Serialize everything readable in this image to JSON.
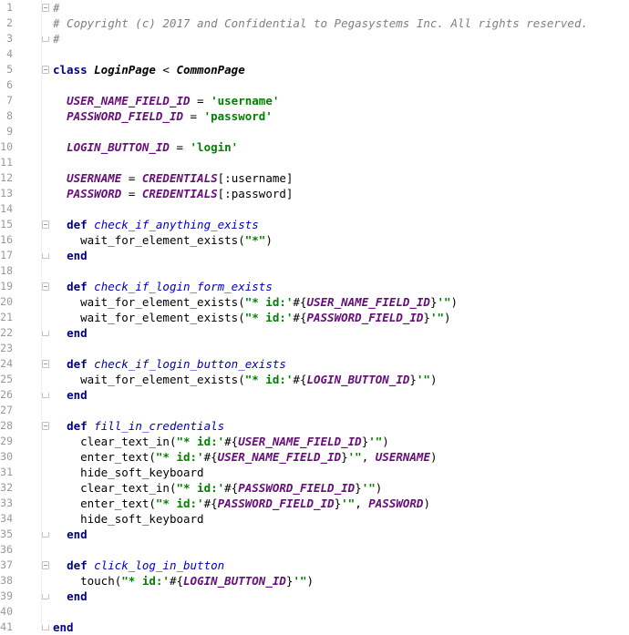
{
  "editor": {
    "language": "ruby",
    "colors": {
      "comment": "#808080",
      "keyword": "#000080",
      "constant": "#660e7a",
      "string": "#008000",
      "method_name": "#0000c0",
      "line_number": "#999999"
    },
    "lines": [
      {
        "n": "1",
        "fold": "open",
        "indent": "",
        "tokens": [
          {
            "t": "#",
            "c": "cmt"
          }
        ]
      },
      {
        "n": "2",
        "indent": "",
        "tokens": [
          {
            "t": "# Copyright (c) 2017 and Confidential to Pegasystems Inc. All rights reserved.",
            "c": "cmt"
          }
        ]
      },
      {
        "n": "3",
        "fold": "close",
        "indent": "",
        "tokens": [
          {
            "t": "#",
            "c": "cmt"
          }
        ]
      },
      {
        "n": "4",
        "indent": "",
        "tokens": []
      },
      {
        "n": "5",
        "fold": "open",
        "indent": "",
        "tokens": [
          {
            "t": "class ",
            "c": "kw"
          },
          {
            "t": "LoginPage",
            "c": "cls"
          },
          {
            "t": " < ",
            "c": "plain"
          },
          {
            "t": "CommonPage",
            "c": "cls"
          }
        ]
      },
      {
        "n": "6",
        "indent": "",
        "tokens": []
      },
      {
        "n": "7",
        "indent": "  ",
        "tokens": [
          {
            "t": "USER_NAME_FIELD_ID",
            "c": "const"
          },
          {
            "t": " = ",
            "c": "plain"
          },
          {
            "t": "'username'",
            "c": "str"
          }
        ]
      },
      {
        "n": "8",
        "indent": "  ",
        "tokens": [
          {
            "t": "PASSWORD_FIELD_ID",
            "c": "const"
          },
          {
            "t": " = ",
            "c": "plain"
          },
          {
            "t": "'password'",
            "c": "str"
          }
        ]
      },
      {
        "n": "9",
        "indent": "",
        "tokens": []
      },
      {
        "n": "10",
        "indent": "  ",
        "tokens": [
          {
            "t": "LOGIN_BUTTON_ID",
            "c": "const"
          },
          {
            "t": " = ",
            "c": "plain"
          },
          {
            "t": "'login'",
            "c": "str"
          }
        ]
      },
      {
        "n": "11",
        "indent": "",
        "tokens": []
      },
      {
        "n": "12",
        "indent": "  ",
        "tokens": [
          {
            "t": "USERNAME",
            "c": "const"
          },
          {
            "t": " = ",
            "c": "plain"
          },
          {
            "t": "CREDENTIALS",
            "c": "const"
          },
          {
            "t": "[:username]",
            "c": "plain"
          }
        ]
      },
      {
        "n": "13",
        "indent": "  ",
        "tokens": [
          {
            "t": "PASSWORD",
            "c": "const"
          },
          {
            "t": " = ",
            "c": "plain"
          },
          {
            "t": "CREDENTIALS",
            "c": "const"
          },
          {
            "t": "[:password]",
            "c": "plain"
          }
        ]
      },
      {
        "n": "14",
        "indent": "",
        "tokens": []
      },
      {
        "n": "15",
        "fold": "open",
        "indent": "  ",
        "tokens": [
          {
            "t": "def ",
            "c": "kw"
          },
          {
            "t": "check_if_anything_exists",
            "c": "fn"
          }
        ]
      },
      {
        "n": "16",
        "indent": "    ",
        "tokens": [
          {
            "t": "wait_for_element_exists(",
            "c": "plain"
          },
          {
            "t": "\"*\"",
            "c": "str"
          },
          {
            "t": ")",
            "c": "plain"
          }
        ]
      },
      {
        "n": "17",
        "fold": "close",
        "indent": "  ",
        "tokens": [
          {
            "t": "end",
            "c": "kw"
          }
        ]
      },
      {
        "n": "18",
        "indent": "",
        "tokens": []
      },
      {
        "n": "19",
        "fold": "open",
        "indent": "  ",
        "tokens": [
          {
            "t": "def ",
            "c": "kw"
          },
          {
            "t": "check_if_login_form_exists",
            "c": "fn"
          }
        ]
      },
      {
        "n": "20",
        "indent": "    ",
        "tokens": [
          {
            "t": "wait_for_element_exists(",
            "c": "plain"
          },
          {
            "t": "\"* id:'",
            "c": "str"
          },
          {
            "t": "#{",
            "c": "plain"
          },
          {
            "t": "USER_NAME_FIELD_ID",
            "c": "interp"
          },
          {
            "t": "}",
            "c": "plain"
          },
          {
            "t": "'\"",
            "c": "str"
          },
          {
            "t": ")",
            "c": "plain"
          }
        ]
      },
      {
        "n": "21",
        "indent": "    ",
        "tokens": [
          {
            "t": "wait_for_element_exists(",
            "c": "plain"
          },
          {
            "t": "\"* id:'",
            "c": "str"
          },
          {
            "t": "#{",
            "c": "plain"
          },
          {
            "t": "PASSWORD_FIELD_ID",
            "c": "interp"
          },
          {
            "t": "}",
            "c": "plain"
          },
          {
            "t": "'\"",
            "c": "str"
          },
          {
            "t": ")",
            "c": "plain"
          }
        ]
      },
      {
        "n": "22",
        "fold": "close",
        "indent": "  ",
        "tokens": [
          {
            "t": "end",
            "c": "kw"
          }
        ]
      },
      {
        "n": "23",
        "indent": "",
        "tokens": []
      },
      {
        "n": "24",
        "fold": "open",
        "indent": "  ",
        "tokens": [
          {
            "t": "def ",
            "c": "kw"
          },
          {
            "t": "check_if_login_button_exists",
            "c": "fn"
          }
        ]
      },
      {
        "n": "25",
        "indent": "    ",
        "tokens": [
          {
            "t": "wait_for_element_exists(",
            "c": "plain"
          },
          {
            "t": "\"* id:'",
            "c": "str"
          },
          {
            "t": "#{",
            "c": "plain"
          },
          {
            "t": "LOGIN_BUTTON_ID",
            "c": "interp"
          },
          {
            "t": "}",
            "c": "plain"
          },
          {
            "t": "'\"",
            "c": "str"
          },
          {
            "t": ")",
            "c": "plain"
          }
        ]
      },
      {
        "n": "26",
        "fold": "close",
        "indent": "  ",
        "tokens": [
          {
            "t": "end",
            "c": "kw"
          }
        ]
      },
      {
        "n": "27",
        "indent": "",
        "tokens": []
      },
      {
        "n": "28",
        "fold": "open",
        "indent": "  ",
        "tokens": [
          {
            "t": "def ",
            "c": "kw"
          },
          {
            "t": "fill_in_credentials",
            "c": "fn"
          }
        ]
      },
      {
        "n": "29",
        "indent": "    ",
        "tokens": [
          {
            "t": "clear_text_in(",
            "c": "plain"
          },
          {
            "t": "\"* id:'",
            "c": "str"
          },
          {
            "t": "#{",
            "c": "plain"
          },
          {
            "t": "USER_NAME_FIELD_ID",
            "c": "interp"
          },
          {
            "t": "}",
            "c": "plain"
          },
          {
            "t": "'\"",
            "c": "str"
          },
          {
            "t": ")",
            "c": "plain"
          }
        ]
      },
      {
        "n": "30",
        "indent": "    ",
        "tokens": [
          {
            "t": "enter_text(",
            "c": "plain"
          },
          {
            "t": "\"* id:'",
            "c": "str"
          },
          {
            "t": "#{",
            "c": "plain"
          },
          {
            "t": "USER_NAME_FIELD_ID",
            "c": "interp"
          },
          {
            "t": "}",
            "c": "plain"
          },
          {
            "t": "'\"",
            "c": "str"
          },
          {
            "t": ", ",
            "c": "plain"
          },
          {
            "t": "USERNAME",
            "c": "const"
          },
          {
            "t": ")",
            "c": "plain"
          }
        ]
      },
      {
        "n": "31",
        "indent": "    ",
        "tokens": [
          {
            "t": "hide_soft_keyboard",
            "c": "plain"
          }
        ]
      },
      {
        "n": "32",
        "indent": "    ",
        "tokens": [
          {
            "t": "clear_text_in(",
            "c": "plain"
          },
          {
            "t": "\"* id:'",
            "c": "str"
          },
          {
            "t": "#{",
            "c": "plain"
          },
          {
            "t": "PASSWORD_FIELD_ID",
            "c": "interp"
          },
          {
            "t": "}",
            "c": "plain"
          },
          {
            "t": "'\"",
            "c": "str"
          },
          {
            "t": ")",
            "c": "plain"
          }
        ]
      },
      {
        "n": "33",
        "indent": "    ",
        "tokens": [
          {
            "t": "enter_text(",
            "c": "plain"
          },
          {
            "t": "\"* id:'",
            "c": "str"
          },
          {
            "t": "#{",
            "c": "plain"
          },
          {
            "t": "PASSWORD_FIELD_ID",
            "c": "interp"
          },
          {
            "t": "}",
            "c": "plain"
          },
          {
            "t": "'\"",
            "c": "str"
          },
          {
            "t": ", ",
            "c": "plain"
          },
          {
            "t": "PASSWORD",
            "c": "const"
          },
          {
            "t": ")",
            "c": "plain"
          }
        ]
      },
      {
        "n": "34",
        "indent": "    ",
        "tokens": [
          {
            "t": "hide_soft_keyboard",
            "c": "plain"
          }
        ]
      },
      {
        "n": "35",
        "fold": "close",
        "indent": "  ",
        "tokens": [
          {
            "t": "end",
            "c": "kw"
          }
        ]
      },
      {
        "n": "36",
        "indent": "",
        "tokens": []
      },
      {
        "n": "37",
        "fold": "open",
        "indent": "  ",
        "tokens": [
          {
            "t": "def ",
            "c": "kw"
          },
          {
            "t": "click_log_in_button",
            "c": "fn"
          }
        ]
      },
      {
        "n": "38",
        "indent": "    ",
        "tokens": [
          {
            "t": "touch(",
            "c": "plain"
          },
          {
            "t": "\"* id:'",
            "c": "str"
          },
          {
            "t": "#{",
            "c": "plain"
          },
          {
            "t": "LOGIN_BUTTON_ID",
            "c": "interp"
          },
          {
            "t": "}",
            "c": "plain"
          },
          {
            "t": "'\"",
            "c": "str"
          },
          {
            "t": ")",
            "c": "plain"
          }
        ]
      },
      {
        "n": "39",
        "fold": "close",
        "indent": "  ",
        "tokens": [
          {
            "t": "end",
            "c": "kw"
          }
        ]
      },
      {
        "n": "40",
        "indent": "",
        "tokens": []
      },
      {
        "n": "41",
        "fold": "close",
        "indent": "",
        "tokens": [
          {
            "t": "end",
            "c": "kw"
          }
        ]
      }
    ]
  }
}
